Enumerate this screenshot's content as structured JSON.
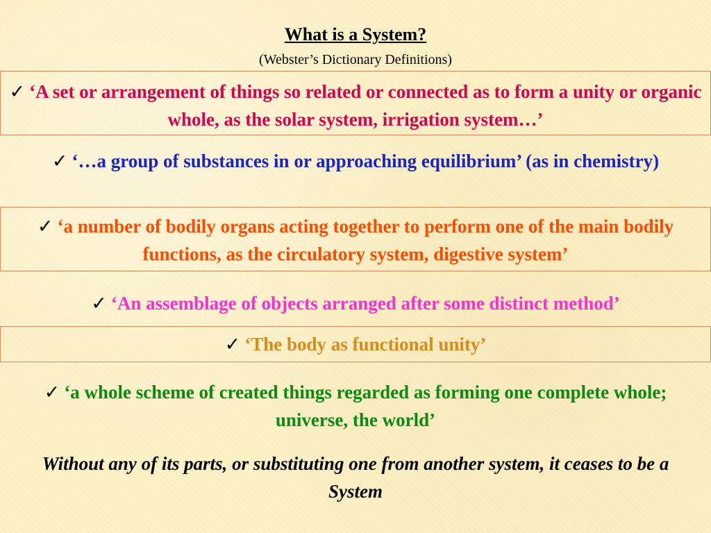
{
  "slide": {
    "title": "What is a System?",
    "subtitle": "(Webster’s Dictionary Definitions)",
    "check_symbol": "✓",
    "definitions": [
      {
        "text": "‘A set or arrangement of things so related or connected as to form a unity or organic whole, as the solar system, irrigation system…’",
        "color": "#d6004f",
        "boxed": true
      },
      {
        "text": "‘…a group of substances in or approaching equilibrium’ (as in chemistry)",
        "color": "#1a23c4",
        "boxed": false
      },
      {
        "text": "‘a number of bodily organs acting together to perform one of the main bodily functions, as the circulatory system, digestive system’",
        "color": "#ff4a00",
        "boxed": true
      },
      {
        "text": "‘An assemblage of objects arranged after some distinct method’",
        "color": "#ff2ed1",
        "boxed": false
      },
      {
        "text": "‘The body as functional unity’",
        "color": "#d98a1a",
        "boxed": true
      },
      {
        "text": "‘a whole scheme of created things regarded as forming one complete whole; universe, the world’",
        "color": "#0a8a12",
        "boxed": false
      }
    ],
    "conclusion": "Without any of its parts, or substituting one from another system, it ceases to be a System"
  }
}
